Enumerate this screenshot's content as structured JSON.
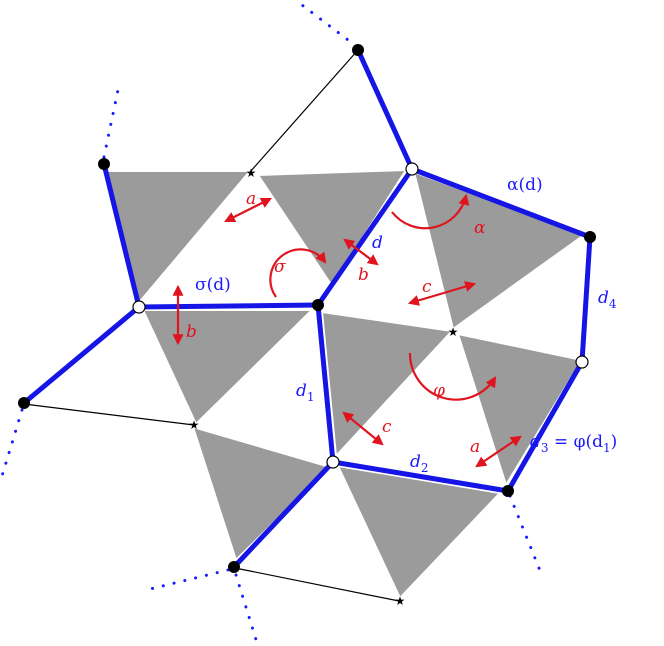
{
  "colors": {
    "triangle_fill": "#9b9b9b",
    "path_blue": "#1515e6",
    "arrow_red": "#e0141e",
    "thin_line": "#000000",
    "background": "#ffffff"
  },
  "edge_labels": {
    "sigma_d": "σ(d)",
    "d": "d",
    "alpha_d": "α(d)",
    "d4": "d",
    "d4_sub": "4",
    "d1": "d",
    "d1_sub": "1",
    "d2": "d",
    "d2_sub": "2",
    "d3_lhs": "d",
    "d3_sub": "3",
    "d3_rhs": " = φ(d",
    "d3_rhs_sub": "1",
    "d3_close": ")"
  },
  "move_labels": {
    "a_top": "a",
    "b_left": "b",
    "b_center": "b",
    "c_right": "c",
    "c_lower": "c",
    "a_lower": "a"
  },
  "rotation_labels": {
    "sigma": "σ",
    "alpha": "α",
    "phi": "φ"
  },
  "icons": {
    "filled_vertex": "filled-circle",
    "open_vertex": "open-circle",
    "star_vertex": "star-marker"
  }
}
